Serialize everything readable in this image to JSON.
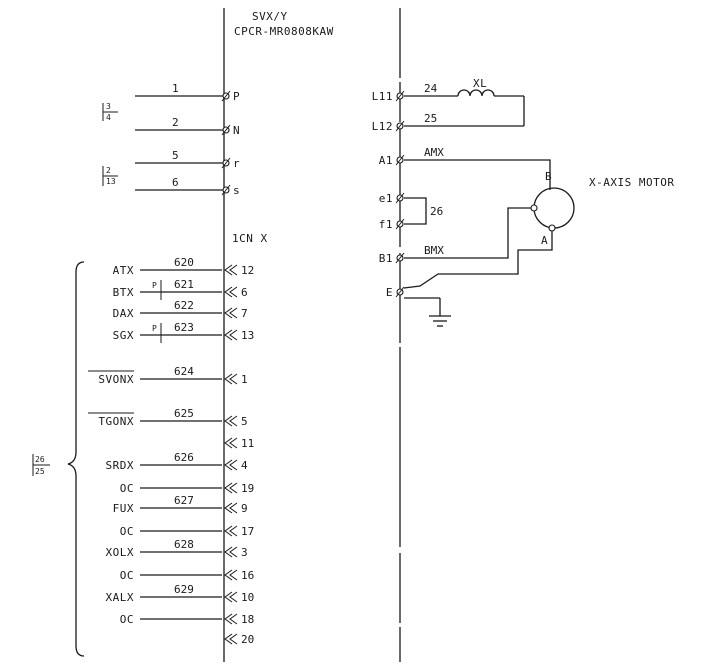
{
  "unit": {
    "model_line1": "SVX/Y",
    "model_line2": "CPCR-MR0808KAW",
    "connector_label": "1CN X"
  },
  "top_left": {
    "refs": [
      {
        "top": "3",
        "bottom": "4"
      },
      {
        "top": "2",
        "bottom": "13"
      }
    ],
    "inputs": [
      {
        "wire": "1",
        "pin": "P"
      },
      {
        "wire": "2",
        "pin": "N"
      },
      {
        "wire": "5",
        "pin": "r"
      },
      {
        "wire": "6",
        "pin": "s"
      }
    ]
  },
  "connector": {
    "ref": {
      "top": "26",
      "bottom": "25"
    },
    "pins": [
      {
        "signal": "ATX",
        "wire": "620",
        "pin": "12",
        "overline": false,
        "p_mark": ""
      },
      {
        "signal": "BTX",
        "wire": "621",
        "pin": "6",
        "overline": false,
        "p_mark": "P"
      },
      {
        "signal": "DAX",
        "wire": "622",
        "pin": "7",
        "overline": false,
        "p_mark": ""
      },
      {
        "signal": "SGX",
        "wire": "623",
        "pin": "13",
        "overline": false,
        "p_mark": "P"
      },
      {
        "signal": "SVONX",
        "wire": "624",
        "pin": "1",
        "overline": true,
        "p_mark": ""
      },
      {
        "signal": "TGONX",
        "wire": "625",
        "pin": "5",
        "overline": true,
        "p_mark": ""
      },
      {
        "signal": "",
        "wire": "",
        "pin": "11",
        "overline": false,
        "p_mark": ""
      },
      {
        "signal": "SRDX",
        "wire": "626",
        "pin": "4",
        "overline": false,
        "p_mark": ""
      },
      {
        "signal": "OC",
        "wire": "",
        "pin": "19",
        "overline": false,
        "p_mark": ""
      },
      {
        "signal": "FUX",
        "wire": "627",
        "pin": "9",
        "overline": false,
        "p_mark": ""
      },
      {
        "signal": "OC",
        "wire": "",
        "pin": "17",
        "overline": false,
        "p_mark": ""
      },
      {
        "signal": "XOLX",
        "wire": "628",
        "pin": "3",
        "overline": false,
        "p_mark": ""
      },
      {
        "signal": "OC",
        "wire": "",
        "pin": "16",
        "overline": false,
        "p_mark": ""
      },
      {
        "signal": "XALX",
        "wire": "629",
        "pin": "10",
        "overline": false,
        "p_mark": ""
      },
      {
        "signal": "OC",
        "wire": "",
        "pin": "18",
        "overline": false,
        "p_mark": ""
      },
      {
        "signal": "",
        "wire": "",
        "pin": "20",
        "overline": false,
        "p_mark": ""
      }
    ]
  },
  "right": {
    "terminals": [
      {
        "name": "L11",
        "wire": "24"
      },
      {
        "name": "L12",
        "wire": "25"
      },
      {
        "name": "A1",
        "wire": "AMX"
      },
      {
        "name": "e1",
        "wire": ""
      },
      {
        "name": "f1",
        "wire": ""
      },
      {
        "name": "B1",
        "wire": "BMX"
      },
      {
        "name": "E",
        "wire": ""
      }
    ],
    "jumper_wire": "26",
    "reactor_label": "XL",
    "motor_label": "X-AXIS MOTOR",
    "motor_terminal_b": "B",
    "motor_terminal_a": "A"
  }
}
